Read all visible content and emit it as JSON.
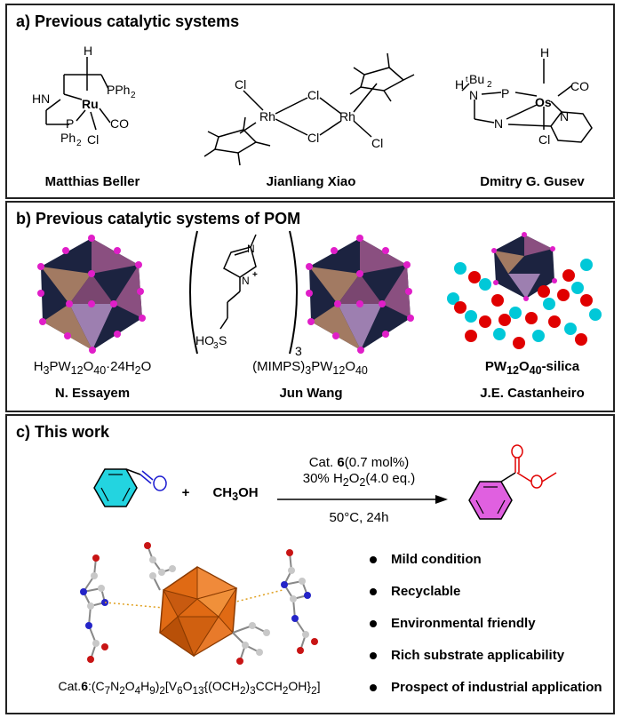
{
  "panel_a": {
    "title": "a) Previous catalytic systems",
    "systems": [
      {
        "author": "Matthias Beller"
      },
      {
        "author": "Jianliang Xiao"
      },
      {
        "author": "Dmitry G. Gusev"
      }
    ]
  },
  "panel_b": {
    "title": "b) Previous catalytic systems of POM",
    "systems": [
      {
        "formula": "H3PW12O40·24H2O",
        "author": "N. Essayem"
      },
      {
        "formula": "(MIMPS)3PW12O40",
        "author": "Jun Wang"
      },
      {
        "formula": "PW12O40-silica",
        "author": "J.E. Castanheiro"
      }
    ]
  },
  "panel_c": {
    "title": "c) This work",
    "reagent": "CH3OH",
    "conditions_line1": "Cat. 6(0.7 mol%)",
    "conditions_line2": "30% H2O2(4.0 eq.)",
    "conditions_line3": "50°C, 24h",
    "catalyst_formula": "Cat.6:(C7N2O4H9)2[V6O13{(OCH2)3CCH2OH}2]",
    "features": [
      "Mild condition",
      "Recyclable",
      "Environmental friendly",
      "Rich substrate applicability",
      "Prospect of industrial application"
    ]
  },
  "colors": {
    "polyhedron_dark": "#1c2340",
    "polyhedron_purple": "#8a4f80",
    "polyhedron_brown": "#a27a62",
    "oxygen_pink": "#e01ec8",
    "benzaldehyde_fill": "#23d4e0",
    "ester_fill": "#e060e0",
    "carbonyl_blue": "#1a1ad0",
    "carbonyl_red": "#e00000",
    "vanadium_orange": "#e06a14"
  }
}
